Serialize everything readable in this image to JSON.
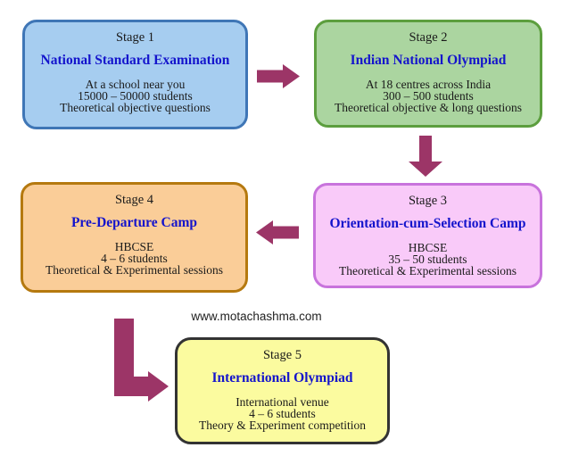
{
  "page": {
    "background": "#ffffff"
  },
  "watermark": {
    "text": "www.motachashma.com"
  },
  "colors": {
    "arrow": "#9C3567",
    "title_blue": "#1414CC",
    "body_text": "#1a1a1a"
  },
  "stages": [
    {
      "heading": "Stage 1",
      "title": "National Standard Examination",
      "lines": [
        "At a school near you",
        "15000 – 50000 students",
        "Theoretical objective questions"
      ],
      "fill": "#A6CDF0",
      "border": "#3F76B6"
    },
    {
      "heading": "Stage 2",
      "title": "Indian National Olympiad",
      "lines": [
        "At 18 centres across India",
        "300 – 500 students",
        "Theoretical objective & long questions"
      ],
      "fill": "#ABD5A0",
      "border": "#5C9E3E"
    },
    {
      "heading": "Stage 3",
      "title": "Orientation-cum-Selection Camp",
      "lines": [
        "HBCSE",
        "35 – 50 students",
        "Theoretical & Experimental sessions"
      ],
      "fill": "#F9CAF9",
      "border": "#C873DC"
    },
    {
      "heading": "Stage 4",
      "title": "Pre-Departure Camp",
      "lines": [
        "HBCSE",
        "4 – 6 students",
        "Theoretical & Experimental sessions"
      ],
      "fill": "#FACD98",
      "border": "#B5790F"
    },
    {
      "heading": "Stage 5",
      "title": "International Olympiad",
      "lines": [
        "International venue",
        "4 – 6 students",
        "Theory & Experiment competition"
      ],
      "fill": "#FBFB9F",
      "border": "#333333"
    }
  ],
  "arrows": [
    {
      "name": "stage1-to-stage2",
      "direction": "right"
    },
    {
      "name": "stage2-to-stage3",
      "direction": "down"
    },
    {
      "name": "stage3-to-stage4",
      "direction": "left"
    },
    {
      "name": "stage4-to-stage5",
      "direction": "down-right"
    }
  ]
}
